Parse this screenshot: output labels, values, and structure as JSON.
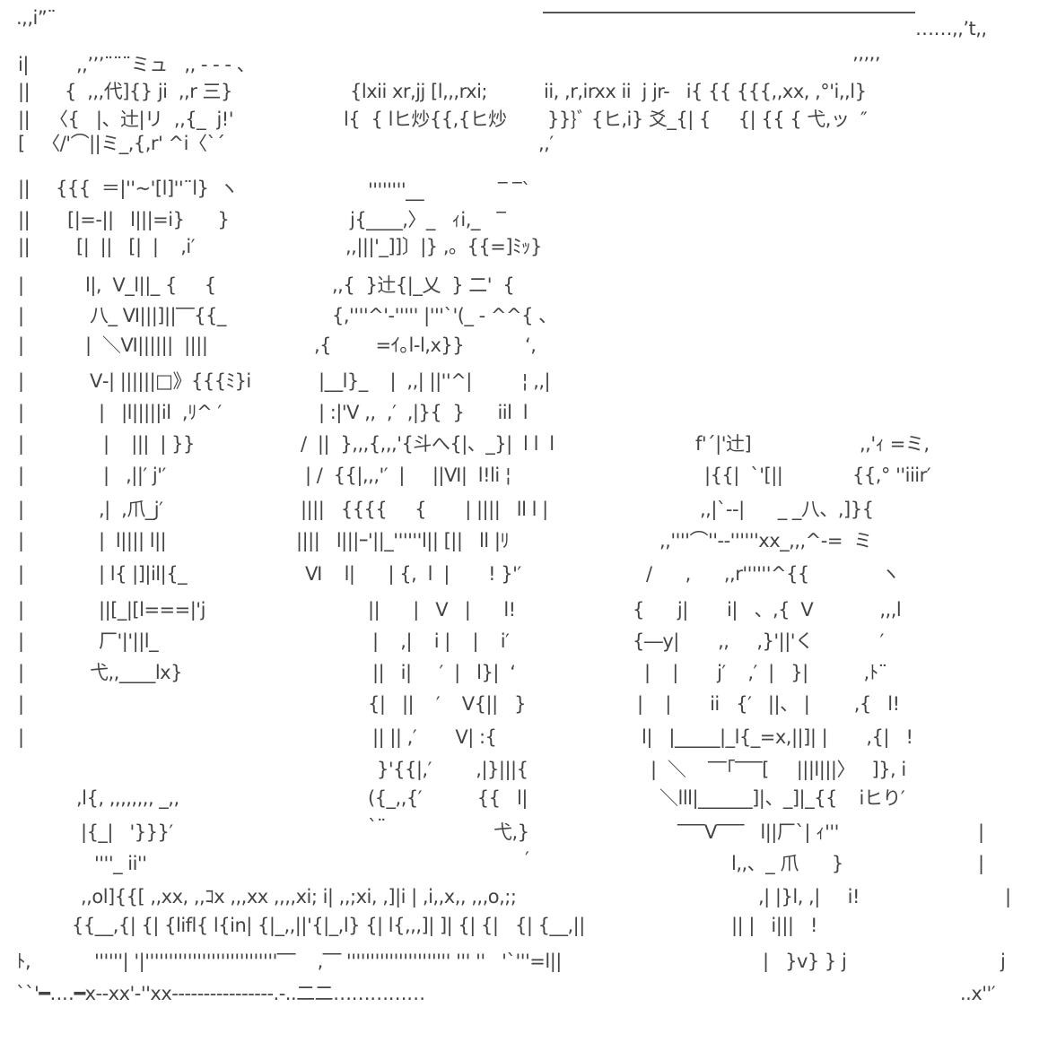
{
  "art_lines": [
    ".,,i”¨",
    "……,,’t,,",
    "i|",
    ",,’’’¨¨¨ミュ   ,, - - - 、",
    "’’’’’",
    "||",
    "{  ,,,代]{} ji  ,,r 三}",
    "{lxii xr,jj [l,,,rxi;",
    "ii, ,r,irxx ii  j jr-   i{ {{ {{{,,xx, ,°'i,,l}",
    "||",
    "〈{   |、辻|リ  ,,{_  j!'",
    "l{  { lヒ炒{{,{ヒ炒",
    "}}}ﾞ {ヒ,i} 爻_{| {     {| {{ { 弋,ッ  ″",
    "[   〈/'⌒||ミ_,{,r' ^i〈`´",
    ",,′",
    "||",
    "{{{  ＝|''~'[l]''¨l}  ヽ",
    "''''''''__",
    "‾ ‾`",
    "||",
    "[|=-||   l|||=i}      }",
    "j{____,〉_   ｨi,_   ‾",
    "||",
    "[|  ||   [|  |    ,i′",
    ",,|||'_]]〕|} ,。{{=]ﾐｯ}",
    "|",
    "l|,  V_l||_ {     {",
    ",,{  }辻{|_乂  } 二'  {",
    "|",
    "八_ Ⅵ|||]||‾‾{{_",
    "{,''''^'‐''''' |'''`'(_ ‐ ^^{ 、",
    "|",
    "|  ＼Ⅵ||||||  ||||",
    ",{        =ｲ｡l-l,x}}           ‘,",
    "|",
    "V‐| ||||||□》{{{ﾐ}i",
    "|__l}_    |  ,,| ||''^|         ¦ ,,|",
    "|",
    "|   |l|||||il  ,ﾘ^ ′",
    "| :|'V ,,  ,′  ,|}{  }      iil  l",
    "|",
    "|    |||  | }}",
    "/  ||  },,,{,,,'{斗へ{|、_}|  l l  l",
    "f'´|'辻]",
    ",,'ｨ =ミ,",
    "|",
    "|   ,||′ j'′",
    "| /  {{|,,,'′  |     ||Ⅵ|  l!li ¦",
    "|{{|  `'[||",
    "{{,° ''iiir′",
    "|",
    ",|  ,爪_j′",
    "||||   {{{{     {       | ||||   ll l |",
    ",,|`‐‐|      _ _八、,]}{",
    "|",
    "|  l|||| l||",
    "||||   l|||ｰ'||_''''''l|| [||   ll |ﾘ",
    ",,''''⌒''‐‐''''''xx_,,,^-=  ミ",
    "|",
    "| l{ |]|il|{_",
    "Ⅵ    l|      | {,  l  |       ! }'′",
    "/      ,      ,,r''''''^{{             ヽ",
    "|",
    "||[_|[l===|'j",
    "||      |   V   |      l!",
    "{      j|       i|   、,{  V            ,,,l",
    "|",
    "厂'|'||l_",
    "|    ,|    i |    |    i′",
    "{―y|       ,,     ,}'||'く            ′",
    "|",
    "弋,,____lx}",
    "||   i|     ′  |   l}|  ‘",
    "|    |       j′    ,′  |   }|          ,ﾄ¨",
    "|",
    "{|   ||    ′    V{||   }",
    "|    |       ii   {′   ||、 |        ,{   l!",
    "|",
    "|| || ,′       V| :{",
    "l|   |_____|_l{_=x,||]| |       ,{|   !",
    "}'{{|,′        ,|}|||{",
    "|  ＼    ‾‾｢‾‾‾[     |||l|||〉   ]}, i",
    ",l{, ,,,,,,,, _,,",
    "({_,,{′          {{   l|",
    "＼lll|______]|、_]|_{{    iヒり′",
    "|{_|   '}}}′",
    "`¨",
    "弋,}",
    "‾‾‾V‾‾‾   l||厂`| ｨ'''",
    "|",
    "''''_ ii''",
    "′",
    "l,,、_ 爪      }",
    "|",
    ",,ol]{{[ ,,xx, ,,ｺx ,,,xx ,,,,xi; i| ,,;xi, ,]|i | ,i,,x,, ,,,o,;;",
    ",| |}l, ,|     i!",
    "|",
    "{{__,{| {| {lifl{ l{in| {|_,,||'{|_,l} {| l{,,,]| ]| {| {|   {| {__,||",
    "|| |   i|||   !",
    "ﾄ,",
    "''''''| '|''''''''''''''''''''''''''''‾‾    ,‾‾ '''''''''''''''''''''' ''' ''   '`'''=l||",
    "|   }v} } j",
    "j",
    "``'━‥‥━x‐‐xx'‐''xx‐‐‐‐‐‐‐‐‐‐‐‐‐‐‐‐.‐..二二……………",
    "..x''′"
  ]
}
